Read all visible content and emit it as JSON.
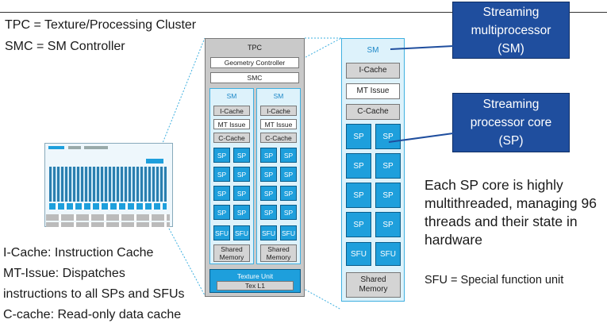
{
  "definitions": {
    "tpc": "TPC = Texture/Processing Cluster",
    "smc": "SMC = SM Controller",
    "icache": "I-Cache: Instruction Cache",
    "mtissue_1": "MT-Issue: Dispatches",
    "mtissue_2": "instructions to all SPs and SFUs",
    "ccache": "C-cache: Read-only data cache"
  },
  "callouts": {
    "sm": "Streaming multiprocessor (SM)",
    "sp": "Streaming processor core (SP)"
  },
  "notes": {
    "sp_threads": "Each SP core is highly multithreaded, managing 96 threads and their state in hardware",
    "sfu": "SFU = Special function unit"
  },
  "tpc": {
    "title": "TPC",
    "geometry_controller": "Geometry Controller",
    "smc": "SMC",
    "sm_label": "SM",
    "icache": "I-Cache",
    "mt_issue": "MT Issue",
    "ccache": "C-Cache",
    "sp": "SP",
    "sfu": "SFU",
    "shared_memory_1": "Shared",
    "shared_memory_2": "Memory",
    "texture_unit": "Texture Unit",
    "tex_l1": "Tex L1"
  },
  "sm_detail": {
    "label": "SM",
    "icache": "I-Cache",
    "mt_issue": "MT Issue",
    "ccache": "C-Cache",
    "sp": "SP",
    "sfu": "SFU",
    "shared_memory_1": "Shared",
    "shared_memory_2": "Memory"
  },
  "colors": {
    "sp_blue": "#1e9fdc",
    "panel_blue": "#ddf2fb",
    "callout_navy": "#1f4e9e",
    "unit_gray": "#d4d4d4"
  }
}
